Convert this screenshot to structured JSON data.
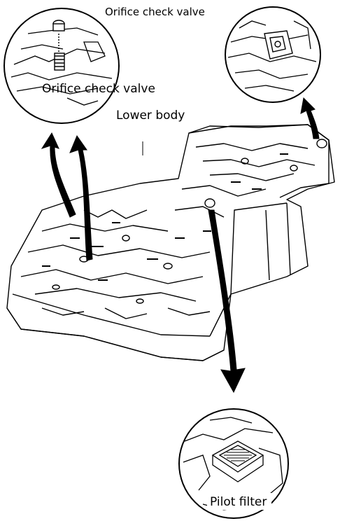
{
  "labels": {
    "orifice_top_right": "Orifice check valve",
    "orifice_left": "Orifice check valve",
    "lower_body": "Lower body",
    "pilot_filter": "Pilot filter"
  },
  "colors": {
    "ink": "#000000",
    "paper": "#ffffff"
  },
  "icons": {
    "arrow": "arrow-icon",
    "magnifier": "detail-circle"
  }
}
